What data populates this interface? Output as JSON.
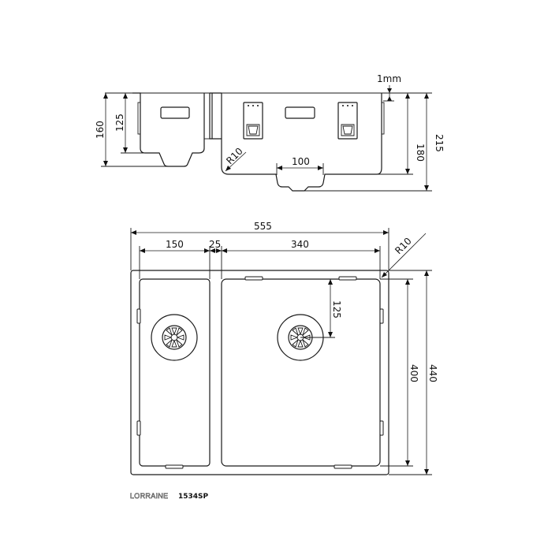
{
  "side_view": {
    "dim_1mm": "1mm",
    "dim_left_height_outer": "160",
    "dim_left_height_inner": "125",
    "dim_right_height_inner": "180",
    "dim_right_height_outer": "215",
    "dim_radius": "R10",
    "dim_outlet_width": "100"
  },
  "top_view": {
    "dim_total_width": "555",
    "dim_small_bowl_width": "150",
    "dim_divider": "25",
    "dim_large_bowl_width": "340",
    "dim_corner_radius": "R10",
    "dim_drain_offset": "125",
    "dim_inner_depth": "400",
    "dim_outer_depth": "440"
  },
  "brand": {
    "name": "LORRAINE",
    "model": "1534SP"
  }
}
